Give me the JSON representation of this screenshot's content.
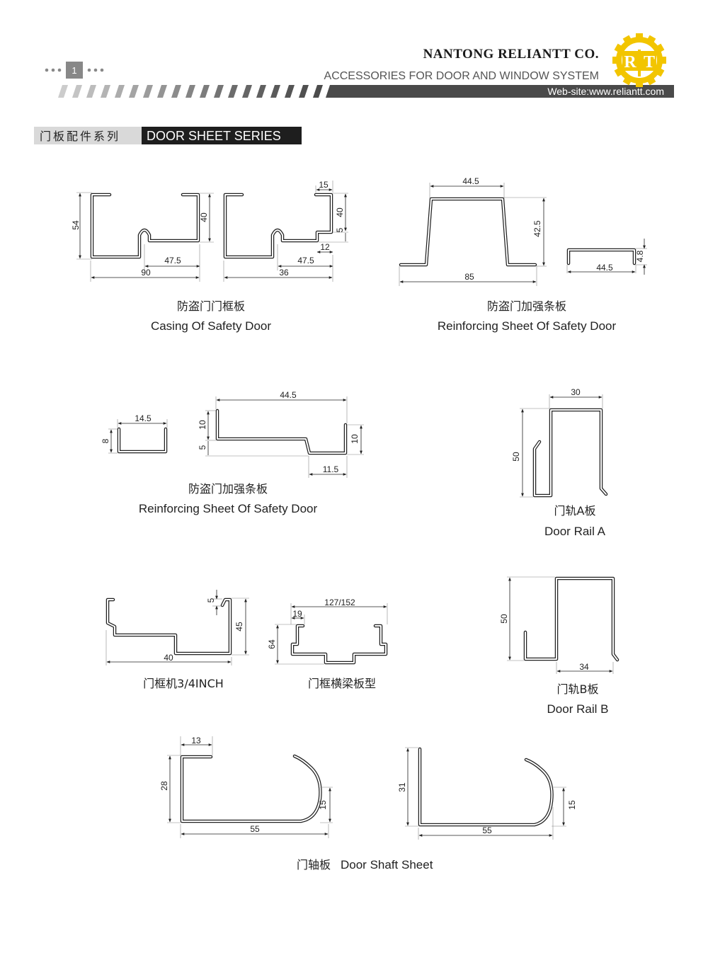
{
  "header": {
    "page_number": "1",
    "company": "NANTONG RELIANTT CO.",
    "tagline": "ACCESSORIES FOR DOOR AND WINDOW SYSTEM",
    "website": "Web-site:www.reliantt.com",
    "logo_letters": [
      "R",
      "T"
    ]
  },
  "section": {
    "title_cn": "门板配件系列",
    "title_en": "DOOR SHEET SERIES"
  },
  "figures": {
    "casing": {
      "caption_cn": "防盗门门框板",
      "caption_en": "Casing Of Safety Door",
      "dims": {
        "a": "54",
        "b": "47.5",
        "c": "90",
        "d": "40",
        "e": "15",
        "f": "40",
        "g": "5",
        "h": "12",
        "i": "47.5",
        "j": "36"
      }
    },
    "reinforcing1": {
      "caption_cn": "防盗门加强条板",
      "caption_en": "Reinforcing Sheet Of Safety Door",
      "dims": {
        "a": "44.5",
        "b": "42.5",
        "c": "85",
        "d": "44.5",
        "e": "4.8"
      }
    },
    "reinforcing2": {
      "caption_cn": "防盗门加强条板",
      "caption_en": "Reinforcing Sheet Of Safety Door",
      "dims": {
        "a": "14.5",
        "b": "8",
        "c": "44.5",
        "d": "10",
        "e": "5",
        "f": "10",
        "g": "11.5"
      }
    },
    "rail_a": {
      "caption_cn": "门轨A板",
      "caption_en": "Door Rail A",
      "dims": {
        "a": "30",
        "b": "50"
      }
    },
    "frame_machine": {
      "caption_cn": "门框机3/4INCH",
      "dims": {
        "a": "5",
        "b": "45",
        "c": "40"
      }
    },
    "beam": {
      "caption_cn": "门框横梁板型",
      "dims": {
        "a": "127/152",
        "b": "19",
        "c": "64"
      }
    },
    "rail_b": {
      "caption_cn": "门轨B板",
      "caption_en": "Door Rail B",
      "dims": {
        "a": "50",
        "b": "34"
      }
    },
    "shaft": {
      "caption_cn": "门轴板",
      "caption_en": "Door Shaft Sheet",
      "dims": {
        "a": "13",
        "b": "28",
        "c": "15",
        "d": "55",
        "e": "31",
        "f": "15",
        "g": "55"
      }
    }
  }
}
